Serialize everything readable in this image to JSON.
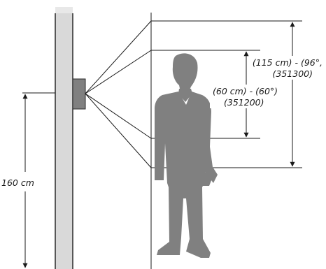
{
  "colors": {
    "wall": "#d9d9d9",
    "wall_edge": "#2a2a2a",
    "camera": "#808080",
    "person": "#808080",
    "lines": "#1a1a1a"
  },
  "labels": {
    "height": "160 cm",
    "wide_range": "(115 cm) - (96°,",
    "wide_code": "(351300)",
    "narrow_range": "(60 cm) - (60°)",
    "narrow_code": "(351200)"
  }
}
